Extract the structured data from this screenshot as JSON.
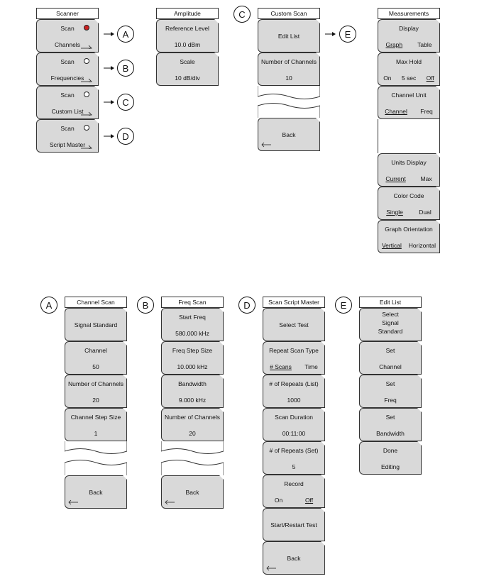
{
  "scanner": {
    "title": "Scanner",
    "keys": [
      {
        "line1": "Scan",
        "line2": "Channels",
        "active": true
      },
      {
        "line1": "Scan",
        "line2": "Frequencies",
        "active": false
      },
      {
        "line1": "Scan",
        "line2": "Custom List",
        "active": false
      },
      {
        "line1": "Scan",
        "line2": "Script Master",
        "active": false
      }
    ],
    "callouts": [
      "A",
      "B",
      "C",
      "D"
    ]
  },
  "amplitude": {
    "title": "Amplitude",
    "keys": [
      {
        "line1": "Reference Level",
        "line2": "10.0 dBm"
      },
      {
        "line1": "Scale",
        "line2": "10 dB/div"
      }
    ]
  },
  "custom_scan": {
    "badge": "C",
    "title": "Custom Scan",
    "keys": [
      {
        "label": "Edit List"
      },
      {
        "line1": "Number of Channels",
        "line2": "10"
      }
    ],
    "back": "Back",
    "callout": "E"
  },
  "measurements": {
    "title": "Measurements",
    "keys": [
      {
        "line1": "Display",
        "options": [
          "Graph",
          "Table"
        ],
        "selected": 0
      },
      {
        "line1": "Max Hold",
        "options": [
          "On",
          "5 sec",
          "Off"
        ],
        "selected": 2
      },
      {
        "line1": "Channel Unit",
        "options": [
          "Channel",
          "Freq"
        ],
        "selected": 0
      },
      {
        "line1": "Units Display",
        "options": [
          "Current",
          "Max"
        ],
        "selected": 0
      },
      {
        "line1": "Color Code",
        "options": [
          "Single",
          "Dual"
        ],
        "selected": 0
      },
      {
        "line1": "Graph Orientation",
        "options": [
          "Vertical",
          "Horizontal"
        ],
        "selected": 0
      }
    ]
  },
  "channel_scan": {
    "badge": "A",
    "title": "Channel Scan",
    "keys": [
      {
        "label": "Signal Standard"
      },
      {
        "line1": "Channel",
        "line2": "50"
      },
      {
        "line1": "Number of Channels",
        "line2": "20"
      },
      {
        "line1": "Channel Step Size",
        "line2": "1"
      }
    ],
    "back": "Back"
  },
  "freq_scan": {
    "badge": "B",
    "title": "Freq Scan",
    "keys": [
      {
        "line1": "Start Freq",
        "line2": "580.000 kHz"
      },
      {
        "line1": "Freq Step Size",
        "line2": "10.000 kHz"
      },
      {
        "line1": "Bandwidth",
        "line2": "9.000 kHz"
      },
      {
        "line1": "Number of Channels",
        "line2": "20"
      }
    ],
    "back": "Back"
  },
  "scan_script_master": {
    "badge": "D",
    "title": "Scan Script Master",
    "keys": [
      {
        "label": "Select Test"
      },
      {
        "line1": "Repeat Scan Type",
        "options": [
          "# Scans",
          "Time"
        ],
        "selected": 0
      },
      {
        "line1": "# of Repeats (List)",
        "line2": "1000"
      },
      {
        "line1": "Scan Duration",
        "line2": "00:11:00"
      },
      {
        "line1": "# of Repeats (Set)",
        "line2": "5"
      },
      {
        "line1": "Record",
        "options": [
          "On",
          "Off"
        ],
        "selected": 1
      },
      {
        "label": "Start/Restart Test"
      }
    ],
    "back": "Back"
  },
  "edit_list": {
    "badge": "E",
    "title": "Edit List",
    "keys": [
      {
        "lines": [
          "Select",
          "Signal",
          "Standard"
        ]
      },
      {
        "line1": "Set",
        "line2": "Channel"
      },
      {
        "line1": "Set",
        "line2": "Freq"
      },
      {
        "line1": "Set",
        "line2": "Bandwidth"
      },
      {
        "line1": "Done",
        "line2": "Editing"
      }
    ]
  }
}
